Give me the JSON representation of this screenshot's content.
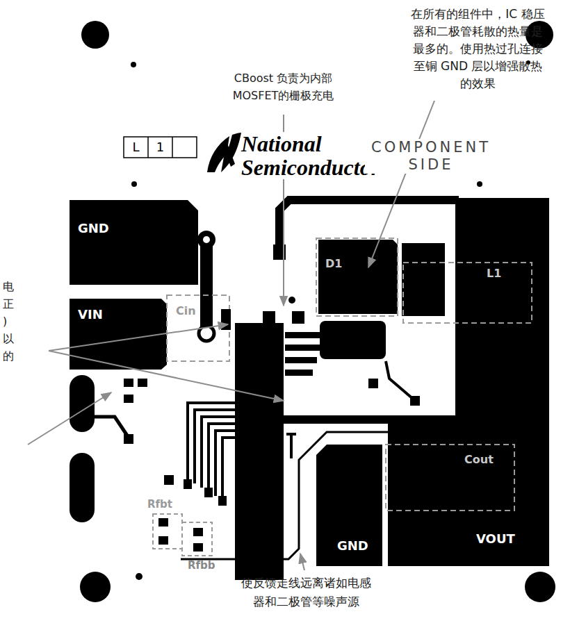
{
  "diagram": {
    "labels": [
      "在所有的组件中，IC 稳压 器和二极管耗散的热量是 最多的。使用热过孔连接 至铜 GND 层以增强散热 的效果",
      "CBoost 负责为内部 MOSFET的栅极充电",
      "电 正 ) 以 的",
      "使反馈走线远离诸如电感 器和二极管等噪声源",
      "L",
      "1",
      "National",
      "Semiconductor",
      "COMPONENT SIDE",
      "GND",
      "VIN",
      "Cin",
      "D1",
      "L1",
      "Cout",
      "GND",
      "VOUT",
      "Rfbt",
      "Rfbb"
    ]
  }
}
